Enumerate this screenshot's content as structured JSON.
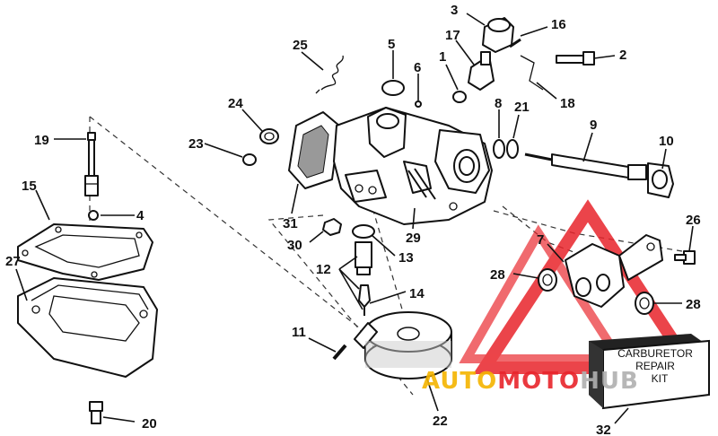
{
  "callouts": [
    {
      "id": "1",
      "text": "1"
    },
    {
      "id": "2",
      "text": "2"
    },
    {
      "id": "3",
      "text": "3"
    },
    {
      "id": "4",
      "text": "4"
    },
    {
      "id": "5",
      "text": "5"
    },
    {
      "id": "6",
      "text": "6"
    },
    {
      "id": "7",
      "text": "7"
    },
    {
      "id": "8",
      "text": "8"
    },
    {
      "id": "9",
      "text": "9"
    },
    {
      "id": "10",
      "text": "10"
    },
    {
      "id": "11",
      "text": "11"
    },
    {
      "id": "12",
      "text": "12"
    },
    {
      "id": "13",
      "text": "13"
    },
    {
      "id": "14",
      "text": "14"
    },
    {
      "id": "15",
      "text": "15"
    },
    {
      "id": "16",
      "text": "16"
    },
    {
      "id": "17",
      "text": "17"
    },
    {
      "id": "18",
      "text": "18"
    },
    {
      "id": "19",
      "text": "19"
    },
    {
      "id": "20",
      "text": "20"
    },
    {
      "id": "21",
      "text": "21"
    },
    {
      "id": "22",
      "text": "22"
    },
    {
      "id": "23",
      "text": "23"
    },
    {
      "id": "24",
      "text": "24"
    },
    {
      "id": "25",
      "text": "25"
    },
    {
      "id": "26",
      "text": "26"
    },
    {
      "id": "27",
      "text": "27"
    },
    {
      "id": "28a",
      "text": "28"
    },
    {
      "id": "28b",
      "text": "28"
    },
    {
      "id": "29",
      "text": "29"
    },
    {
      "id": "30",
      "text": "30"
    },
    {
      "id": "31",
      "text": "31"
    },
    {
      "id": "32",
      "text": "32"
    }
  ],
  "kit": {
    "line1": "CARBURETOR",
    "line2": "REPAIR",
    "line3": "KIT"
  },
  "watermark": {
    "part1": "AUTO",
    "part2": "MOTO",
    "part3": "HUB",
    "color1": "#f5b400",
    "color2": "#e8242b",
    "color3": "#b0b0b0"
  }
}
